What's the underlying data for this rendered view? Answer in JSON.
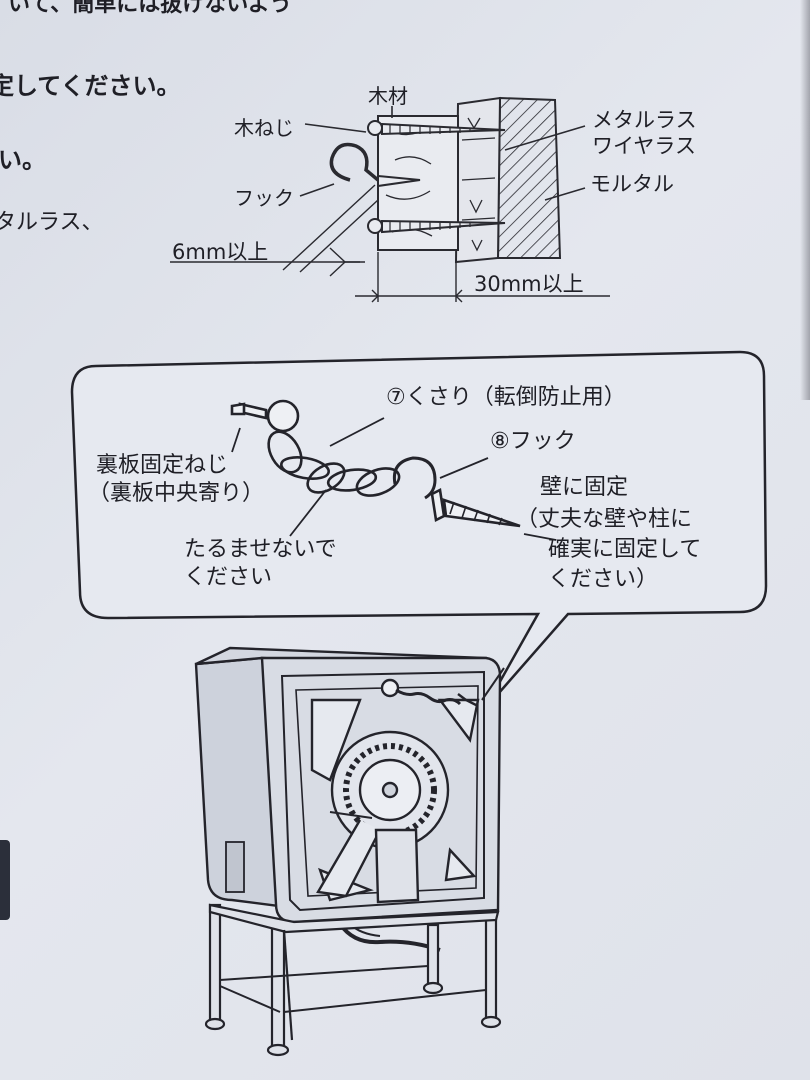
{
  "left_text": {
    "top_partial": "いて、簡単には抜けないよう",
    "line1": "定してください。",
    "line2": "い。",
    "line3": "タルラス、"
  },
  "wall_diagram": {
    "label_wood": "木材",
    "label_screw": "木ねじ",
    "label_hook": "フック",
    "label_metal_lath": "メタルラス",
    "label_wire_lath": "ワイヤラス",
    "label_mortar": "モルタル",
    "label_min_6mm": "6mm以上",
    "label_min_30mm": "30mm以上"
  },
  "callout": {
    "chain_label": "⑦くさり（転倒防止用）",
    "hook_label": "⑧フック",
    "back_screw_line1": "裏板固定ねじ",
    "back_screw_line2": "（裏板中央寄り）",
    "slack_line1": "たるませないで",
    "slack_line2": "ください",
    "wall_fix_line1": "壁に固定",
    "wall_fix_line2": "（丈夫な壁や柱に",
    "wall_fix_line3": "確実に固定して",
    "wall_fix_line4": "ください）"
  }
}
